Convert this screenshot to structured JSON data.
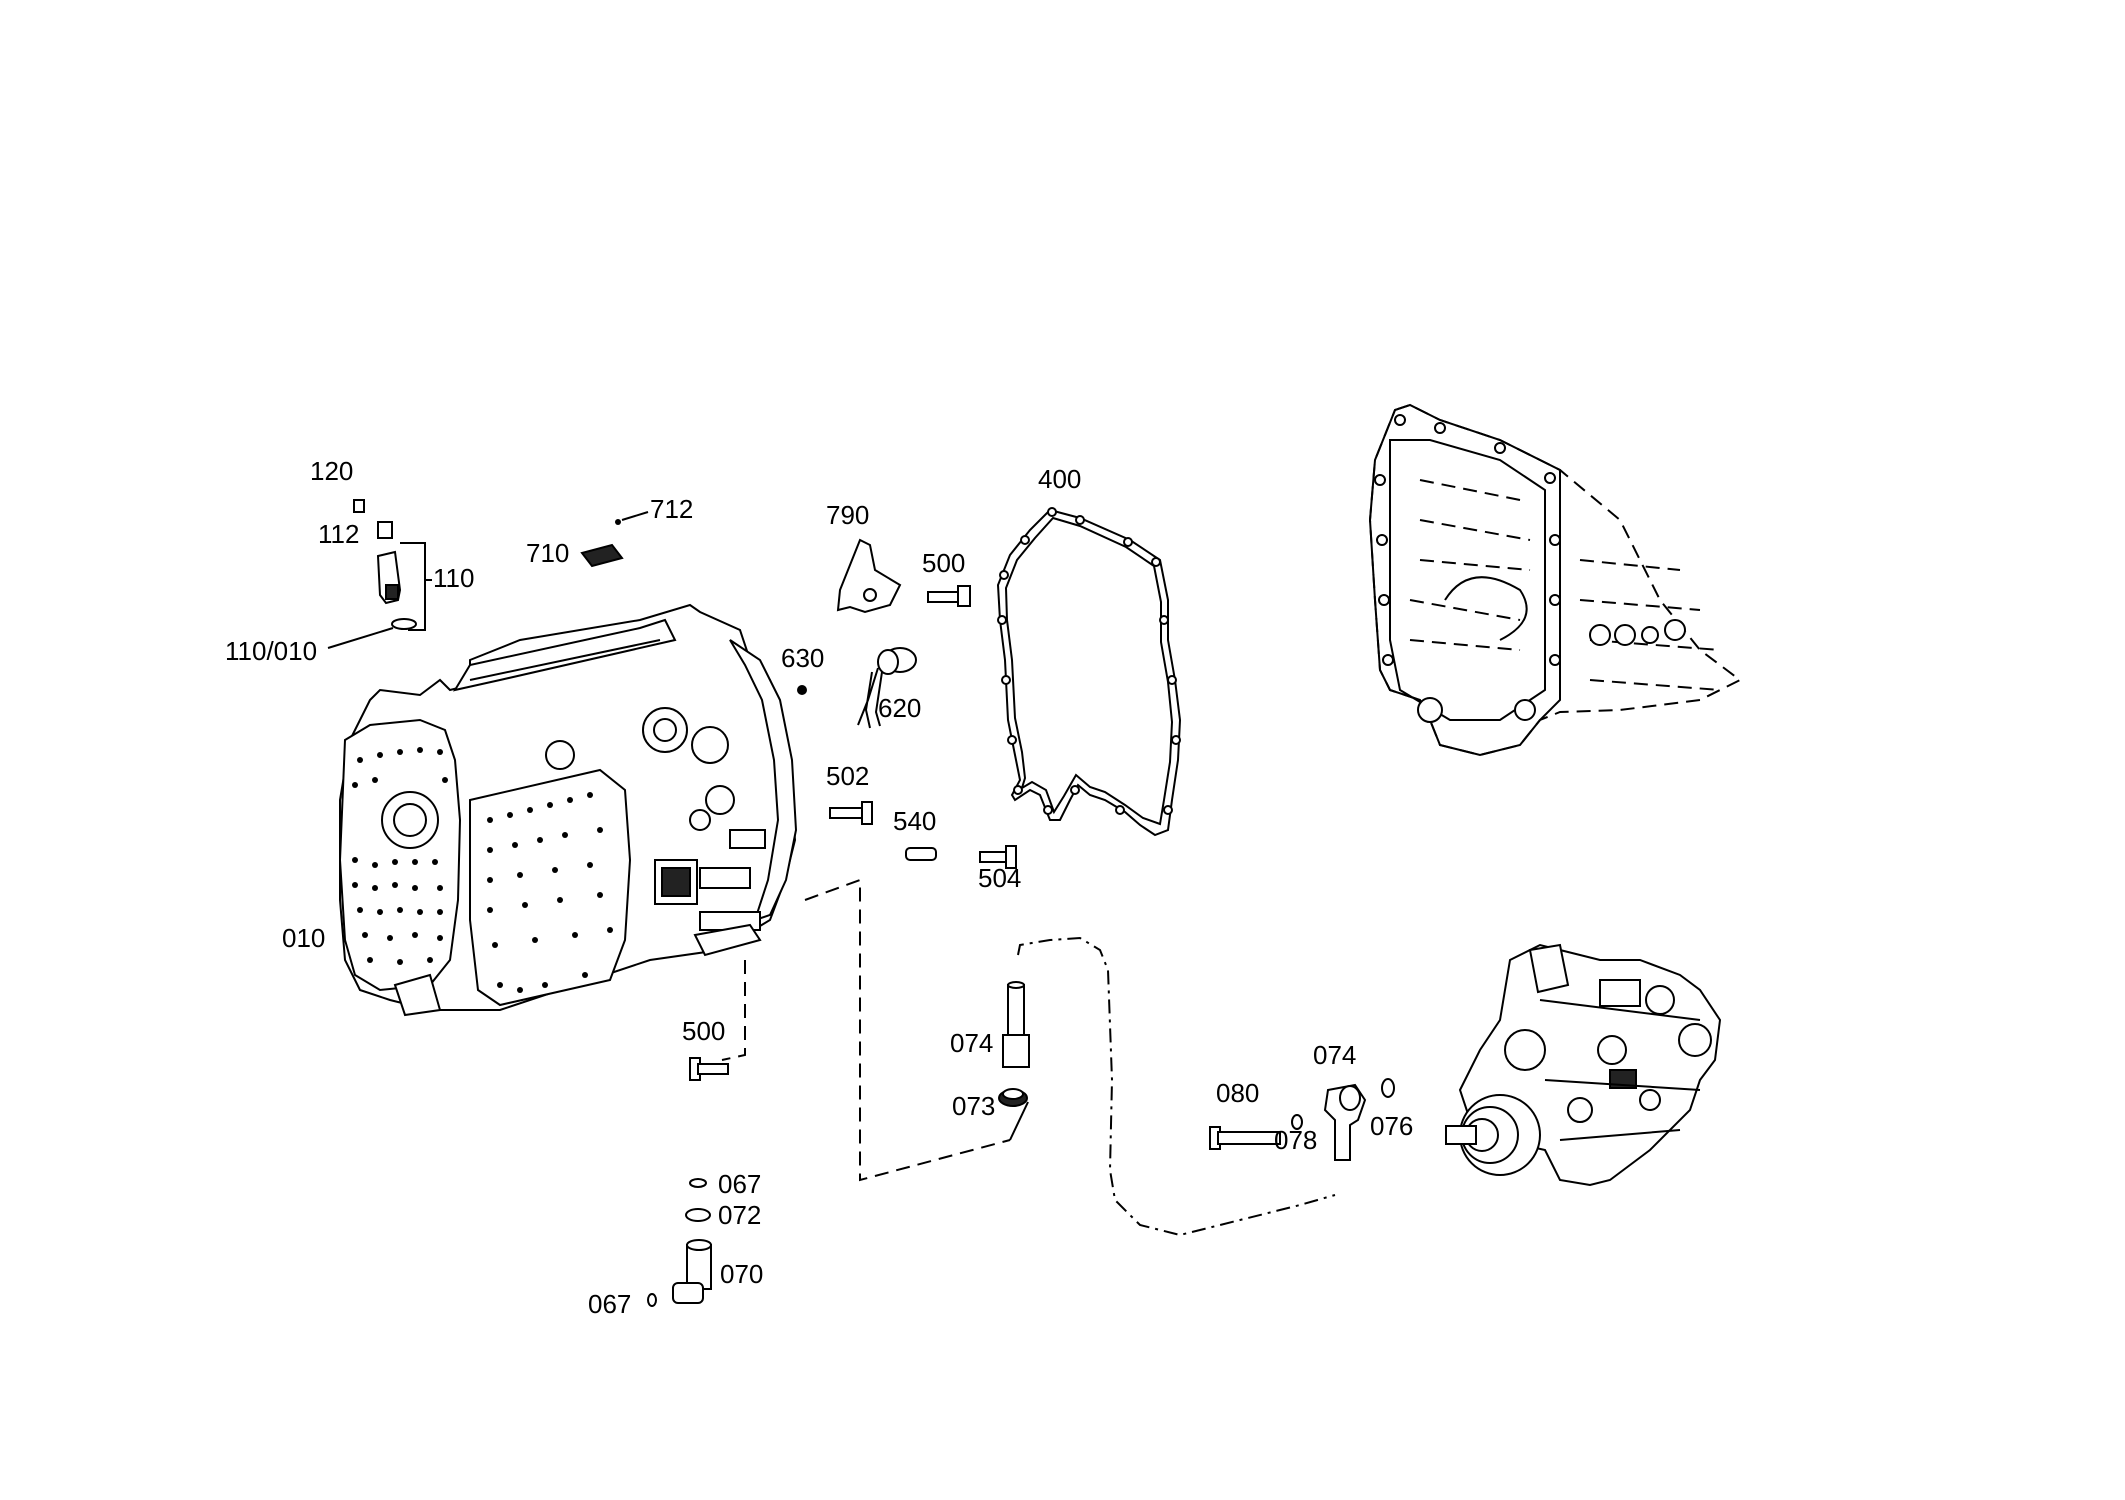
{
  "labels": {
    "l120": "120",
    "l112": "112",
    "l110": "110",
    "l110_010": "110/010",
    "l710": "710",
    "l712": "712",
    "l790": "790",
    "l500a": "500",
    "l400": "400",
    "l630": "630",
    "l620": "620",
    "l502": "502",
    "l540": "540",
    "l504": "504",
    "l010": "010",
    "l500b": "500",
    "l074a": "074",
    "l073": "073",
    "l067a": "067",
    "l072": "072",
    "l070": "070",
    "l067b": "067",
    "l080": "080",
    "l078": "078",
    "l074b": "074",
    "l076": "076"
  }
}
